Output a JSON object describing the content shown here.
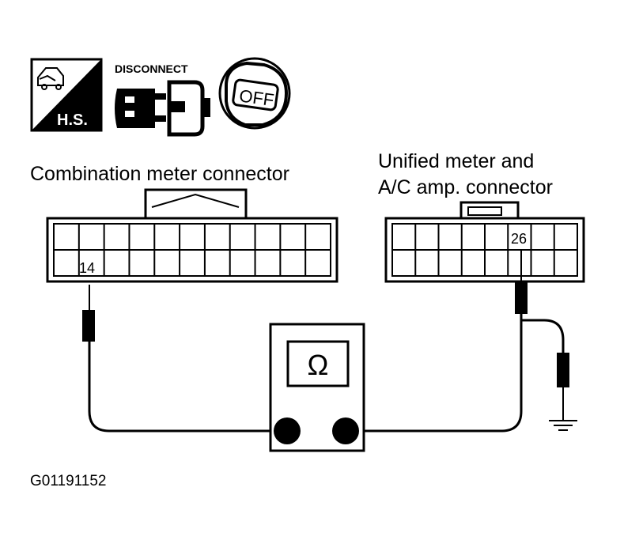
{
  "icons": {
    "hs_icon": {
      "label": "H.S."
    },
    "disconnect_icon": {
      "label": "DISCONNECT"
    },
    "ignition_icon": {
      "label": "OFF"
    }
  },
  "connectors": {
    "combination": {
      "title": "Combination meter connector",
      "terminal": "14"
    },
    "unified": {
      "title_line1": "Unified meter and",
      "title_line2": "A/C amp. connector",
      "terminal": "26"
    }
  },
  "meter": {
    "symbol": "Ω"
  },
  "figure_id": "G01191152",
  "colors": {
    "ink": "#000000",
    "paper": "#ffffff"
  }
}
